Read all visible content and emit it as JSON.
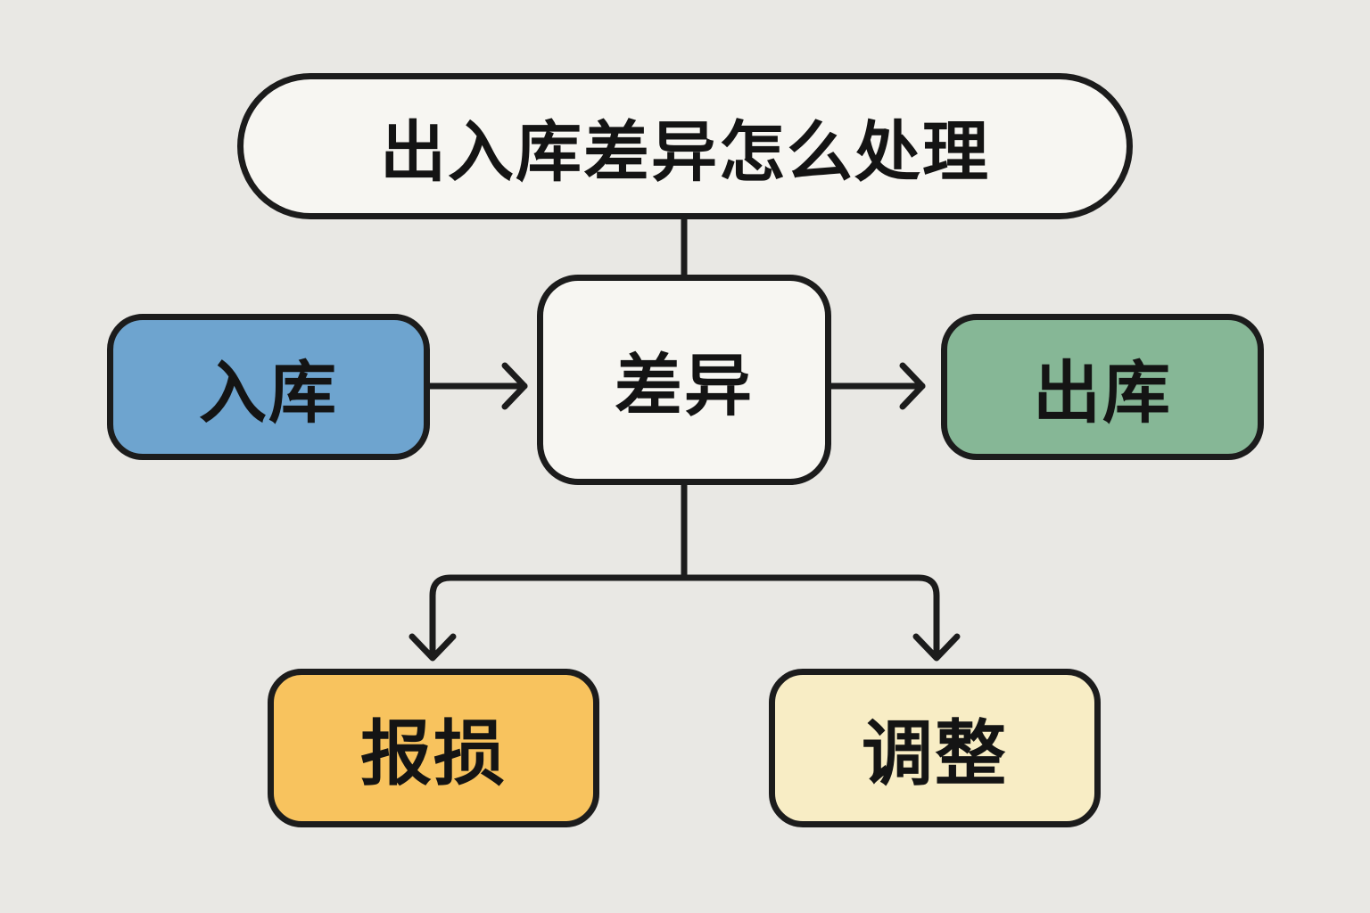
{
  "title": "出入库差异怎么处理",
  "nodes": {
    "center": {
      "label": "差异",
      "color": "#f7f6f2"
    },
    "inbound": {
      "label": "入库",
      "color": "#6ea4cf"
    },
    "outbound": {
      "label": "出库",
      "color": "#86b796"
    },
    "write_off": {
      "label": "报损",
      "color": "#f8c35e"
    },
    "adjust": {
      "label": "调整",
      "color": "#f8edc5"
    }
  },
  "title_color": "#f7f6f2",
  "line_color": "#1c1c1c",
  "background": "#e9e8e4"
}
